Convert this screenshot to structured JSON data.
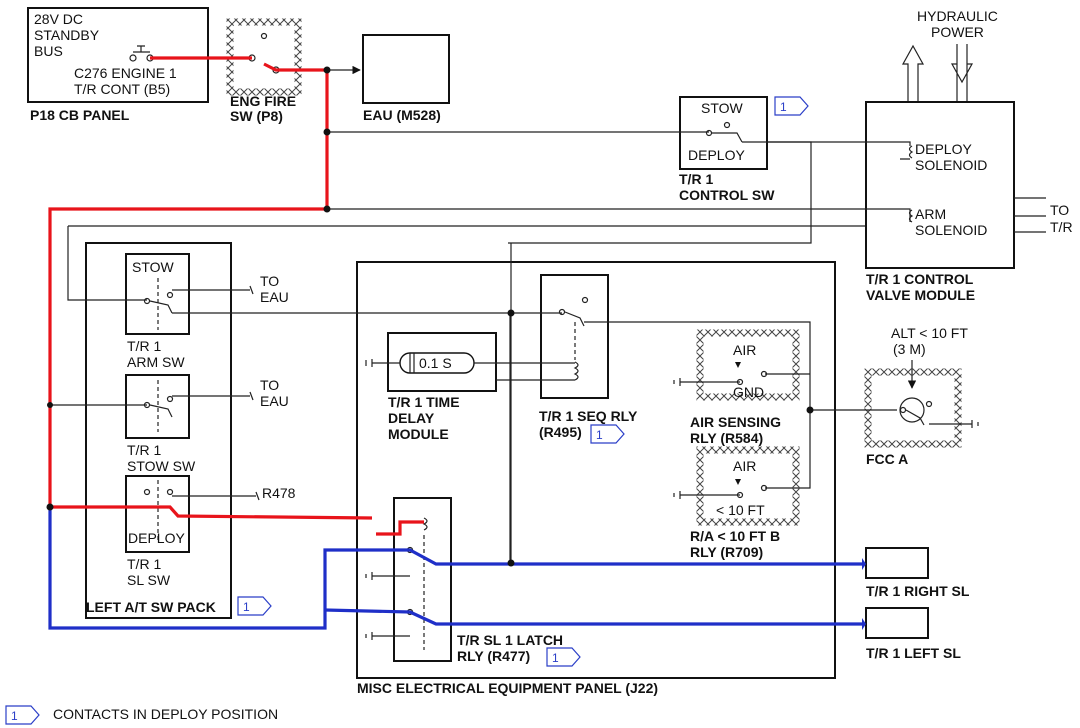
{
  "labels": {
    "standby_bus_l1": "28V DC",
    "standby_bus_l2": "STANDBY",
    "standby_bus_l3": "BUS",
    "cb_l1": "C276 ENGINE 1",
    "cb_l2": "T/R CONT (B5)",
    "cb_panel": "P18 CB PANEL",
    "fire_sw_l1": "ENG FIRE",
    "fire_sw_l2": "SW (P8)",
    "eau": "EAU (M528)",
    "hyd_l1": "HYDRAULIC",
    "hyd_l2": "POWER",
    "ctrl_stow": "STOW",
    "ctrl_deploy": "DEPLOY",
    "ctrl_sw_l1": "T/R 1",
    "ctrl_sw_l2": "CONTROL SW",
    "deploy_sol_l1": "DEPLOY",
    "deploy_sol_l2": "SOLENOID",
    "arm_sol_l1": "ARM",
    "arm_sol_l2": "SOLENOID",
    "to_tr_l1": "TO",
    "to_tr_l2": "T/R",
    "cvm_l1": "T/R 1 CONTROL",
    "cvm_l2": "VALVE MODULE",
    "arm_stow": "STOW",
    "to_eau_1a": "TO",
    "to_eau_1b": "EAU",
    "arm_sw_l1": "T/R 1",
    "arm_sw_l2": "ARM SW",
    "to_eau_2a": "TO",
    "to_eau_2b": "EAU",
    "stow_sw_l1": "T/R 1",
    "stow_sw_l2": "STOW SW",
    "r478": "R478",
    "sl_deploy": "DEPLOY",
    "sl_sw_l1": "T/R 1",
    "sl_sw_l2": "SL SW",
    "sw_pack": "LEFT A/T SW PACK",
    "delay_value": "0.1 S",
    "delay_l1": "T/R 1 TIME",
    "delay_l2": "DELAY",
    "delay_l3": "MODULE",
    "seq_l1": "T/R 1 SEQ RLY",
    "seq_l2": "(R495)",
    "air_1": "AIR",
    "gnd": "GND",
    "air_sens_l1": "AIR SENSING",
    "air_sens_l2": "RLY (R584)",
    "air_2": "AIR",
    "lt10": "< 10 FT",
    "ra_l1": "R/A < 10 FT B",
    "ra_l2": "RLY (R709)",
    "alt_l1": "ALT < 10 FT",
    "alt_l2": "(3 M)",
    "fcc": "FCC A",
    "latch_l1": "T/R SL 1 LATCH",
    "latch_l2": "RLY (R477)",
    "right_sl": "T/R 1 RIGHT SL",
    "left_sl": "T/R 1 LEFT SL",
    "misc_panel": "MISC ELECTRICAL EQUIPMENT PANEL (J22)",
    "flag_number": "1",
    "legend": "CONTACTS IN DEPLOY POSITION"
  },
  "colors": {
    "energized": "#e8141b",
    "sync_lock": "#1f2fc8",
    "flag": "#2b3fc8"
  }
}
